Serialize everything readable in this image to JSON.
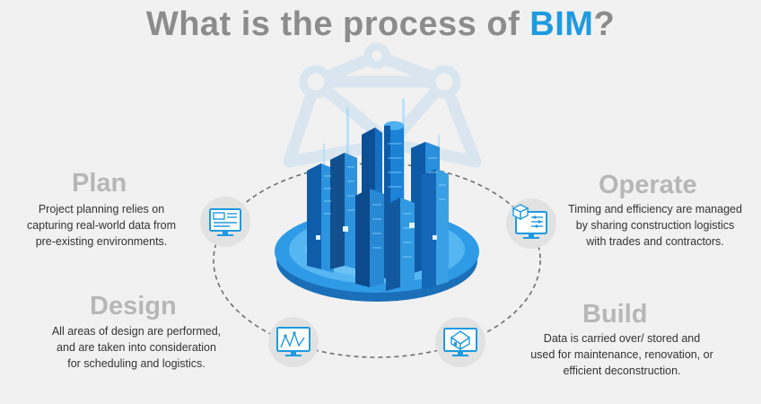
{
  "title": {
    "prefix": "What is the process of ",
    "highlight": "BIM",
    "suffix": "?"
  },
  "stages": {
    "plan": {
      "title": "Plan",
      "lines": [
        "Project planning relies on",
        "capturing real-world data from",
        "pre-existing environments."
      ]
    },
    "design": {
      "title": "Design",
      "lines": [
        "All areas of design are performed,",
        "and are taken into consideration",
        "for scheduling and logistics."
      ]
    },
    "operate": {
      "title": "Operate",
      "lines": [
        "Timing and efficiency are managed",
        "by sharing construction logistics",
        "with trades and contractors."
      ]
    },
    "build": {
      "title": "Build",
      "lines": [
        "Data is carried over/ stored and",
        "used for maintenance, renovation, or",
        "efficient deconstruction."
      ]
    }
  },
  "icons": {
    "plan": "blueprint-monitor-icon",
    "design": "design-monitor-icon",
    "operate": "logistics-monitor-icon",
    "build": "house-monitor-icon",
    "center": "city-model-illustration"
  },
  "colors": {
    "accent": "#1e9ae0",
    "title_gray": "#8c8c8c",
    "stage_gray": "#b7b7b7",
    "background": "#f1f1f1"
  }
}
